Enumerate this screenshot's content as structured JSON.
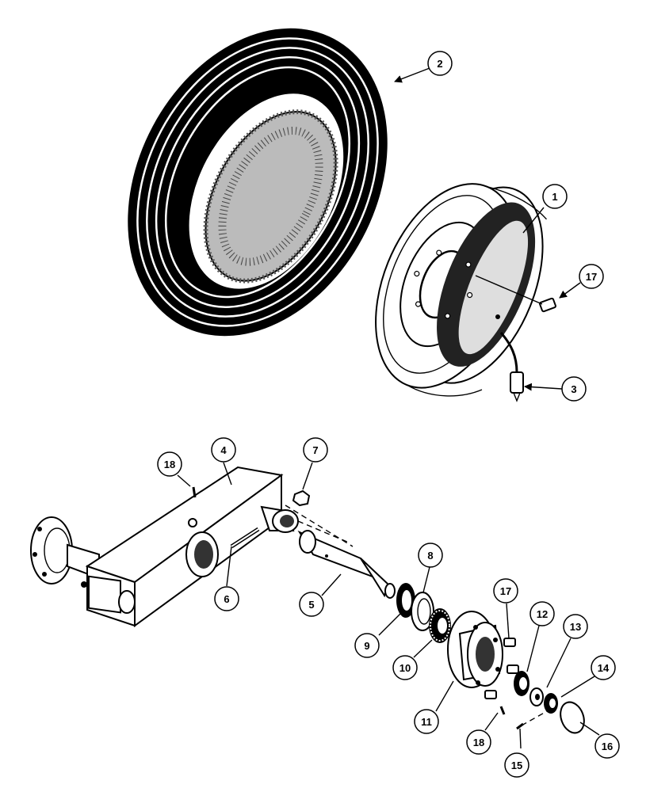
{
  "callouts": [
    {
      "id": "2",
      "label": "2"
    },
    {
      "id": "1",
      "label": "1"
    },
    {
      "id": "17a",
      "label": "17"
    },
    {
      "id": "3",
      "label": "3"
    },
    {
      "id": "18a",
      "label": "18"
    },
    {
      "id": "4",
      "label": "4"
    },
    {
      "id": "7",
      "label": "7"
    },
    {
      "id": "6",
      "label": "6"
    },
    {
      "id": "5",
      "label": "5"
    },
    {
      "id": "8",
      "label": "8"
    },
    {
      "id": "9",
      "label": "9"
    },
    {
      "id": "10",
      "label": "10"
    },
    {
      "id": "17b",
      "label": "17"
    },
    {
      "id": "12",
      "label": "12"
    },
    {
      "id": "13",
      "label": "13"
    },
    {
      "id": "14",
      "label": "14"
    },
    {
      "id": "11",
      "label": "11"
    },
    {
      "id": "18b",
      "label": "18"
    },
    {
      "id": "16",
      "label": "16"
    },
    {
      "id": "15",
      "label": "15"
    }
  ]
}
